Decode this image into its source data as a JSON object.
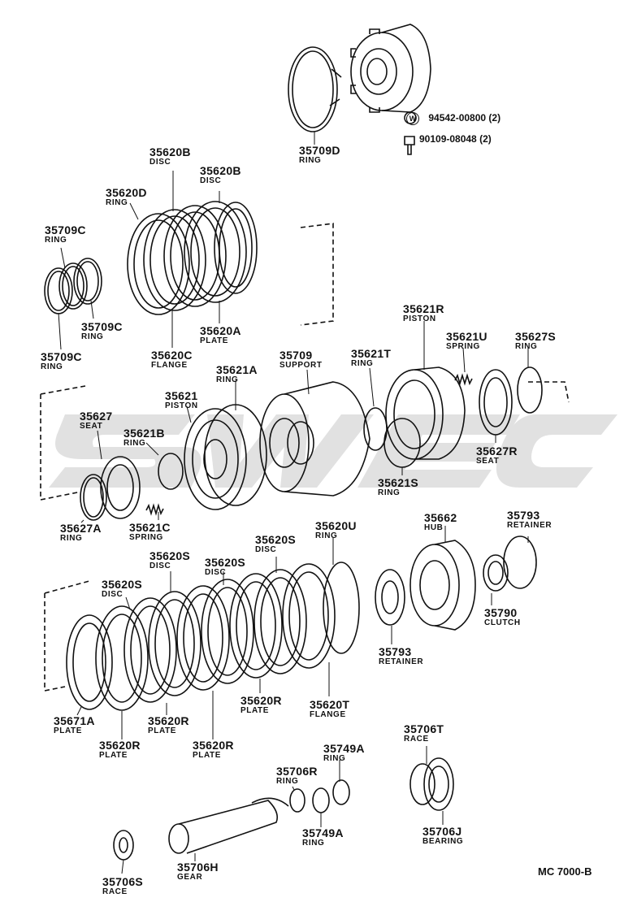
{
  "watermark": "swec",
  "footer_code": "MC 7000-B",
  "hardware": [
    {
      "symbol": "W",
      "part": "94542-00800",
      "qty": "(2)"
    },
    {
      "symbol": "",
      "part": "90109-08048",
      "qty": "(2)"
    }
  ],
  "labels": {
    "p35709D": {
      "part": "35709D",
      "name": "RING"
    },
    "p35620B_a": {
      "part": "35620B",
      "name": "DISC"
    },
    "p35620B_b": {
      "part": "35620B",
      "name": "DISC"
    },
    "p35620D": {
      "part": "35620D",
      "name": "RING"
    },
    "p35709C_a": {
      "part": "35709C",
      "name": "RING"
    },
    "p35709C_b": {
      "part": "35709C",
      "name": "RING"
    },
    "p35709C_c": {
      "part": "35709C",
      "name": "RING"
    },
    "p35620A": {
      "part": "35620A",
      "name": "PLATE"
    },
    "p35620C": {
      "part": "35620C",
      "name": "FLANGE"
    },
    "p35621R": {
      "part": "35621R",
      "name": "PISTON"
    },
    "p35621U": {
      "part": "35621U",
      "name": "SPRING"
    },
    "p35627S": {
      "part": "35627S",
      "name": "RING"
    },
    "p35709": {
      "part": "35709",
      "name": "SUPPORT"
    },
    "p35621T": {
      "part": "35621T",
      "name": "RING"
    },
    "p35621A": {
      "part": "35621A",
      "name": "RING"
    },
    "p35621": {
      "part": "35621",
      "name": "PISTON"
    },
    "p35627": {
      "part": "35627",
      "name": "SEAT"
    },
    "p35621B": {
      "part": "35621B",
      "name": "RING"
    },
    "p35627R": {
      "part": "35627R",
      "name": "SEAT"
    },
    "p35621S": {
      "part": "35621S",
      "name": "RING"
    },
    "p35627A": {
      "part": "35627A",
      "name": "RING"
    },
    "p35621C": {
      "part": "35621C",
      "name": "SPRING"
    },
    "p35620U": {
      "part": "35620U",
      "name": "RING"
    },
    "p35662": {
      "part": "35662",
      "name": "HUB"
    },
    "p35793_a": {
      "part": "35793",
      "name": "RETAINER"
    },
    "p35620S_a": {
      "part": "35620S",
      "name": "DISC"
    },
    "p35620S_b": {
      "part": "35620S",
      "name": "DISC"
    },
    "p35620S_c": {
      "part": "35620S",
      "name": "DISC"
    },
    "p35620S_d": {
      "part": "35620S",
      "name": "DISC"
    },
    "p35790": {
      "part": "35790",
      "name": "CLUTCH"
    },
    "p35793_b": {
      "part": "35793",
      "name": "RETAINER"
    },
    "p35620R_a": {
      "part": "35620R",
      "name": "PLATE"
    },
    "p35620T": {
      "part": "35620T",
      "name": "FLANGE"
    },
    "p35671A": {
      "part": "35671A",
      "name": "PLATE"
    },
    "p35620R_b": {
      "part": "35620R",
      "name": "PLATE"
    },
    "p35620R_c": {
      "part": "35620R",
      "name": "PLATE"
    },
    "p35620R_d": {
      "part": "35620R",
      "name": "PLATE"
    },
    "p35706T": {
      "part": "35706T",
      "name": "RACE"
    },
    "p35749A_a": {
      "part": "35749A",
      "name": "RING"
    },
    "p35706R": {
      "part": "35706R",
      "name": "RING"
    },
    "p35749A_b": {
      "part": "35749A",
      "name": "RING"
    },
    "p35706J": {
      "part": "35706J",
      "name": "BEARING"
    },
    "p35706H": {
      "part": "35706H",
      "name": "GEAR"
    },
    "p35706S": {
      "part": "35706S",
      "name": "RACE"
    }
  }
}
